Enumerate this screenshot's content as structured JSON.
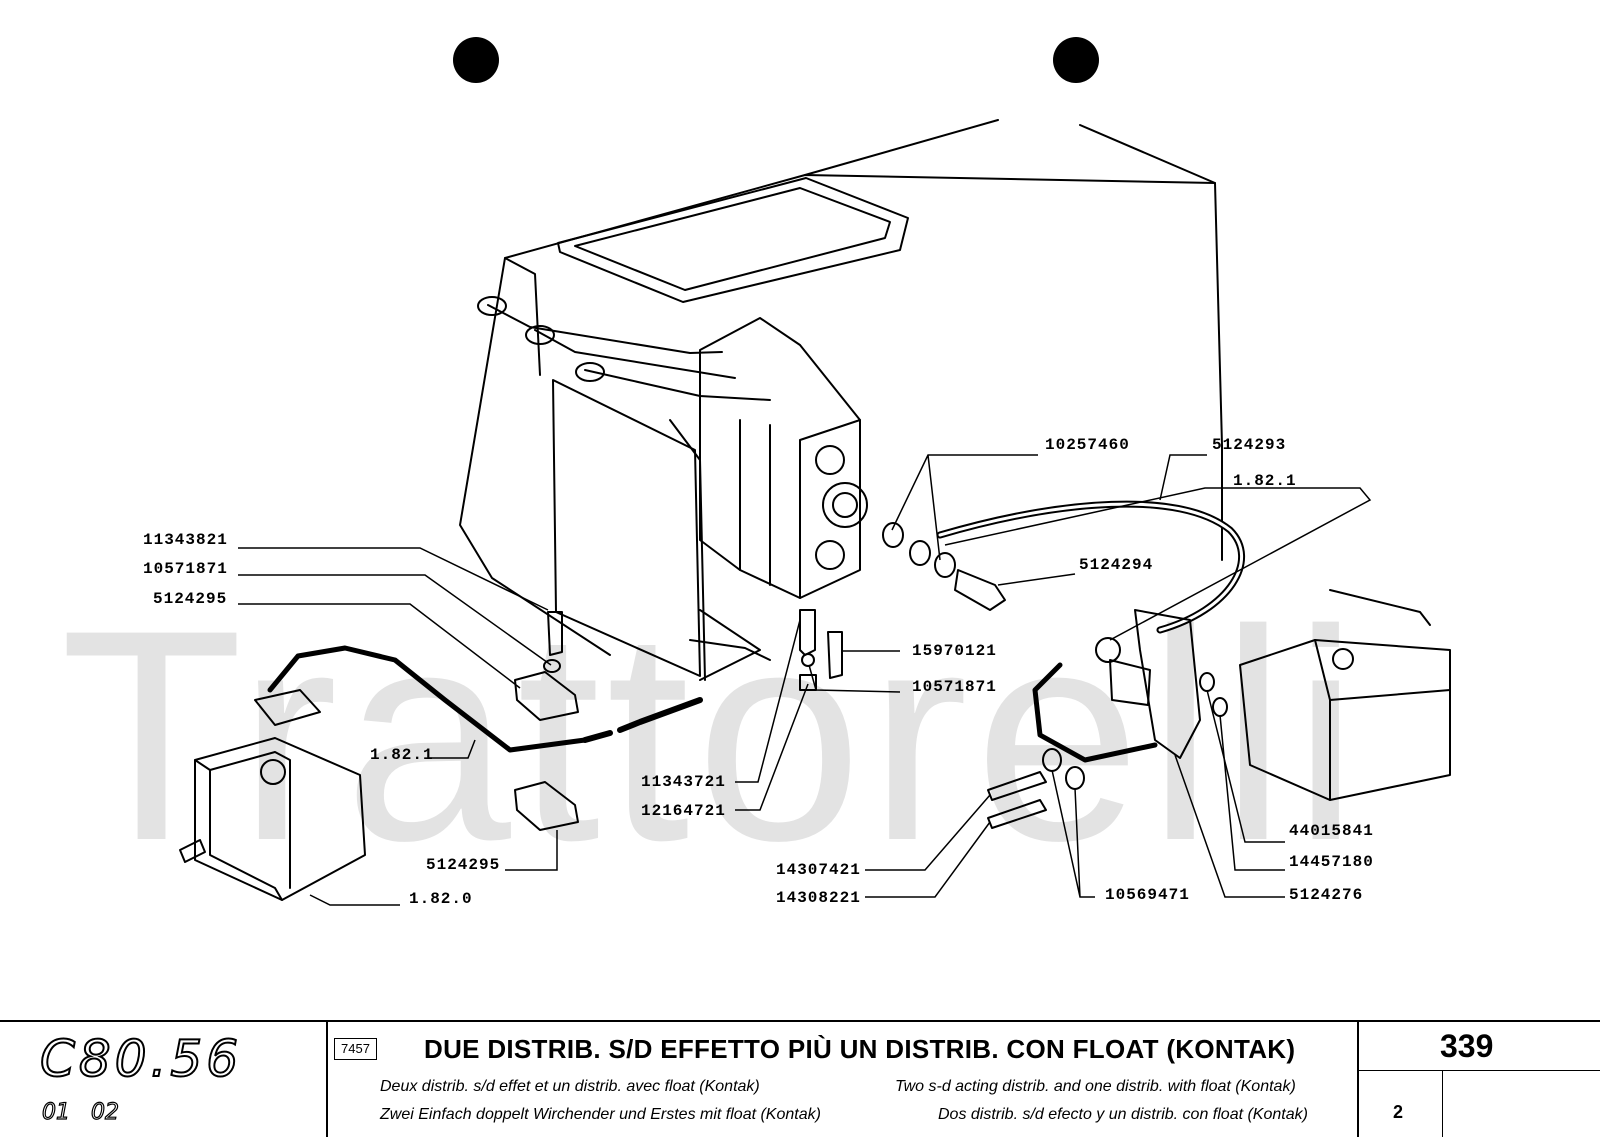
{
  "watermark": "Trattorelli",
  "labels": {
    "p10257460": "10257460",
    "p5124293": "5124293",
    "p1821a": "1.82.1",
    "p5124294": "5124294",
    "p11343821": "11343821",
    "p10571871a": "10571871",
    "p5124295a": "5124295",
    "p15970121": "15970121",
    "p10571871b": "10571871",
    "p1821b": "1.82.1",
    "p11343721": "11343721",
    "p12164721": "12164721",
    "p5124295b": "5124295",
    "p1820": "1.82.0",
    "p14307421": "14307421",
    "p14308221": "14308221",
    "p10569471": "10569471",
    "p44015841": "44015841",
    "p14457180": "14457180",
    "p5124276": "5124276"
  },
  "footer": {
    "model": "C80.56",
    "versions": "01 02",
    "code": "7457",
    "title": "DUE DISTRIB. S/D EFFETTO PIÙ UN DISTRIB. CON FLOAT (KONTAK)",
    "fr": "Deux distrib. s/d effet et un distrib. avec float (Kontak)",
    "en": "Two s-d acting distrib. and one distrib. with float (Kontak)",
    "de": "Zwei Einfach doppelt Wirchender und Erstes mit float (Kontak)",
    "es": "Dos distrib. s/d efecto y un distrib. con float (Kontak)",
    "page": "339",
    "sheet": "2"
  }
}
